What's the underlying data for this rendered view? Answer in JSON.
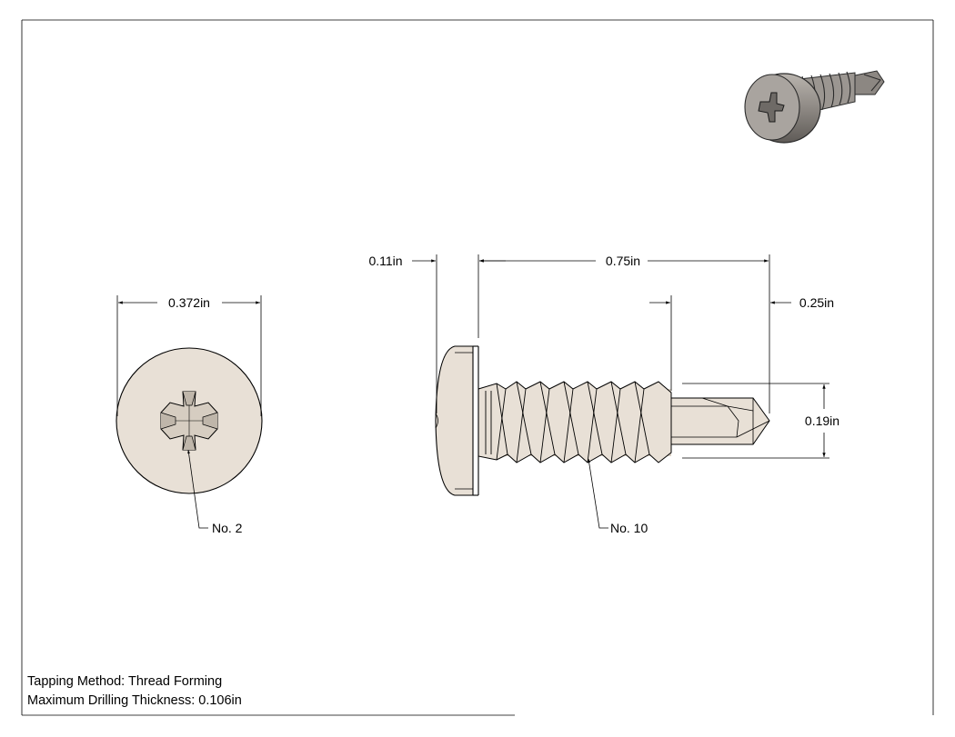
{
  "dimensions": {
    "head_diameter": "0.372in",
    "head_height": "0.11in",
    "length": "0.75in",
    "drill_point_length": "0.25in",
    "thread_diameter": "0.19in"
  },
  "callouts": {
    "drive_size": "No. 2",
    "screw_size": "No. 10"
  },
  "notes": {
    "tapping_method": "Tapping Method: Thread Forming",
    "max_drilling_thickness": "Maximum Drilling Thickness: 0.106in"
  },
  "colors": {
    "part_fill": "#e8e0d6",
    "part_fill_dark": "#d9d0c4",
    "render_fill": "#9a9590",
    "line": "#000000"
  },
  "icons": {
    "drive": "phillips-drive-icon"
  }
}
